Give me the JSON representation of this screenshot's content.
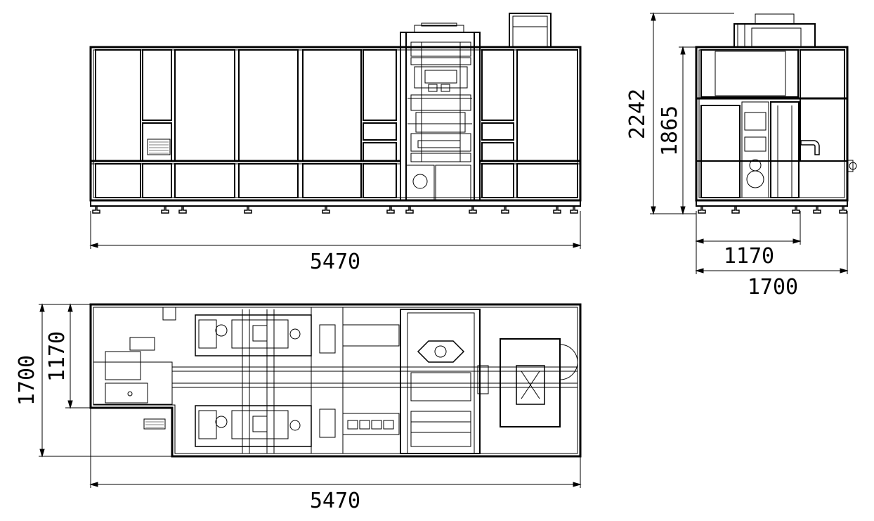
{
  "dimensions": {
    "front_length": "5470",
    "side_height_total": "2242",
    "side_height_frame": "1865",
    "side_width_inner": "1170",
    "side_width_total": "1700",
    "top_width_total": "1700",
    "top_width_inner": "1170",
    "top_length": "5470"
  },
  "colors": {
    "line": "#000000",
    "background": "#ffffff"
  }
}
